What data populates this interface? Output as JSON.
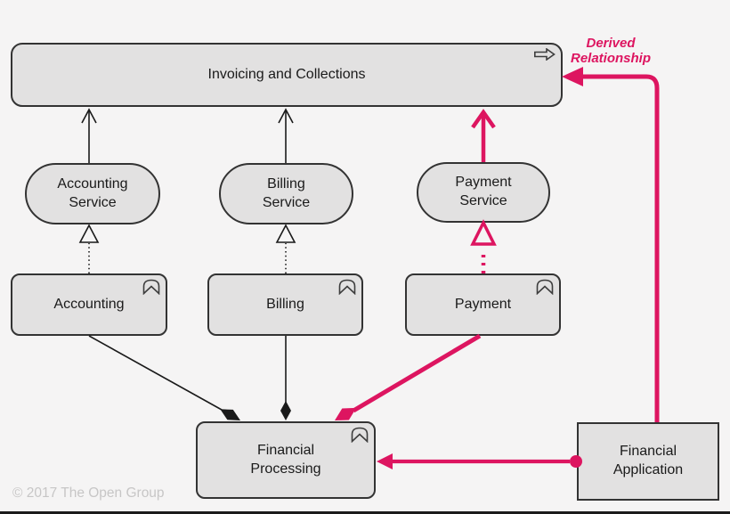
{
  "diagram": {
    "nodes": {
      "invoicing": {
        "label": "Invoicing and Collections",
        "type": "business-process"
      },
      "accounting_service": {
        "label": "Accounting\nService",
        "type": "service"
      },
      "billing_service": {
        "label": "Billing\nService",
        "type": "service"
      },
      "payment_service": {
        "label": "Payment\nService",
        "type": "service"
      },
      "accounting": {
        "label": "Accounting",
        "type": "component"
      },
      "billing": {
        "label": "Billing",
        "type": "component"
      },
      "payment": {
        "label": "Payment",
        "type": "component"
      },
      "financial_processing": {
        "label": "Financial\nProcessing",
        "type": "component"
      },
      "financial_application": {
        "label": "Financial\nApplication",
        "type": "rectangle"
      }
    },
    "annotation": {
      "label": "Derived\nRelationship"
    },
    "relationships": [
      "accounting-service-triggers-invoicing",
      "billing-service-triggers-invoicing",
      "payment-service-triggers-invoicing-derived",
      "accounting-realizes-accounting-service",
      "billing-realizes-billing-service",
      "payment-realizes-payment-service-derived",
      "financial-processing-composes-accounting",
      "financial-processing-composes-billing",
      "financial-processing-composes-payment-derived",
      "financial-application-assigned-financial-processing-derived",
      "financial-application-assigned-invoicing-derived"
    ],
    "colors": {
      "derived_accent": "#dd1560",
      "node_fill": "#e2e1e1",
      "node_border": "#333333",
      "line_black": "#1a1a1a",
      "background": "#f5f4f4",
      "copyright_text": "#c7c6c6"
    },
    "footer": {
      "copyright": "© 2017 The Open Group"
    }
  }
}
